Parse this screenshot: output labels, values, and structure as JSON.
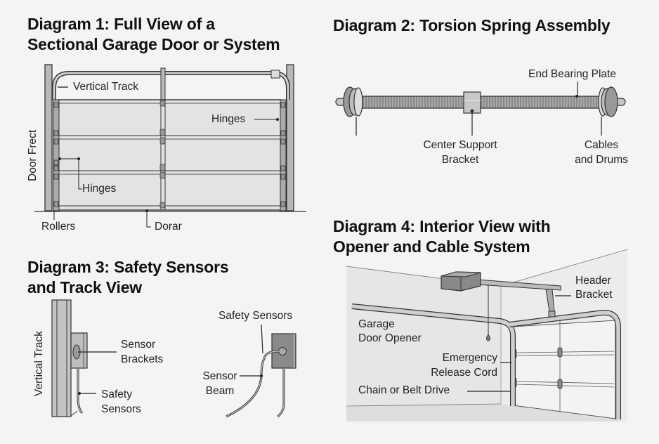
{
  "diagrams": [
    {
      "title_line1": "Diagram 1: Full View of a",
      "title_line2": "Sectional Garage Door or System",
      "labels": {
        "vertical_track": "Vertical Track",
        "hinges_right": "Hinges",
        "hinges_left": "Hinges",
        "door_frame": "Door Frect",
        "rollers": "Rollers",
        "bottom": "Dorar"
      }
    },
    {
      "title_line1": "Diagram 2: Torsion Spring Assembly",
      "labels": {
        "end_bearing_plate": "End Bearing Plate",
        "center_support_1": "Center Support",
        "center_support_2": "Bracket",
        "cables_1": "Cables",
        "cables_2": "and Drums"
      }
    },
    {
      "title_line1": "Diagram 3: Safety Sensors",
      "title_line2": "and Track View",
      "labels": {
        "vertical_track": "Vertical Track",
        "sensor_brackets_1": "Sensor",
        "sensor_brackets_2": "Brackets",
        "safety_sensors_left_1": "Safety",
        "safety_sensors_left_2": "Sensors",
        "safety_sensors_right": "Safety Sensors",
        "sensor_beam_1": "Sensor",
        "sensor_beam_2": "Beam"
      }
    },
    {
      "title_line1": "Diagram 4: Interior View with",
      "title_line2": "Opener and Cable System",
      "labels": {
        "header_bracket_1": "Header",
        "header_bracket_2": "Bracket",
        "garage_opener_1": "Garage",
        "garage_opener_2": "Door Opener",
        "emergency_1": "Emergency",
        "emergency_2": "Release Cord",
        "chain_drive": "Chain or Belt Drive"
      }
    }
  ]
}
